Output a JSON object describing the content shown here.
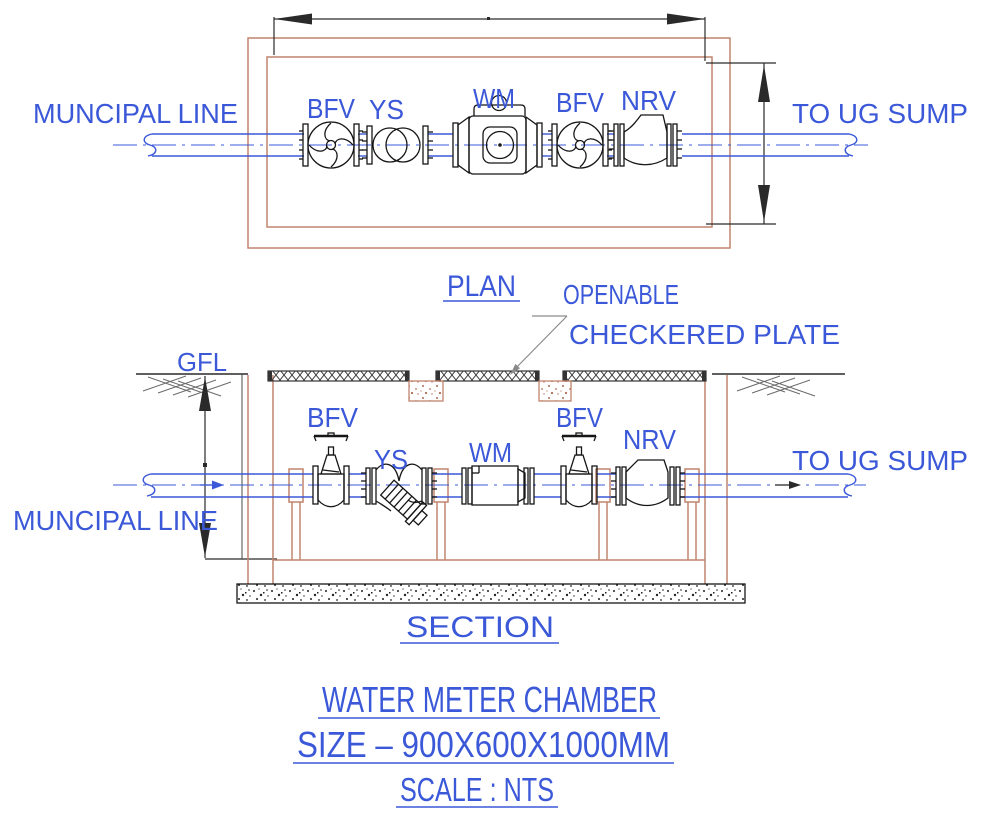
{
  "drawing": {
    "plan": {
      "view_label": "PLAN",
      "inlet_label": "MUNCIPAL LINE",
      "outlet_label": "TO UG SUMP",
      "labels": {
        "bfv1": "BFV",
        "ys": "YS",
        "wm": "WM",
        "bfv2": "BFV",
        "nrv": "NRV"
      }
    },
    "section": {
      "view_label": "SECTION",
      "inlet_label": "MUNCIPAL LINE",
      "outlet_label": "TO UG SUMP",
      "ground_level_label": "GFL",
      "cover_callout": {
        "line1": "OPENABLE",
        "line2": "CHECKERED PLATE"
      },
      "labels": {
        "bfv1": "BFV",
        "ys": "YS",
        "wm": "WM",
        "bfv2": "BFV",
        "nrv": "NRV"
      }
    },
    "titles": {
      "main": "WATER METER CHAMBER",
      "size": "SIZE – 900X600X1000MM",
      "scale": "SCALE : NTS"
    },
    "colors": {
      "annotation_blue": "#3b58d8",
      "wall_brown": "#c1846e",
      "component_black": "#161616",
      "ground_gray": "#5f5f5f"
    }
  }
}
